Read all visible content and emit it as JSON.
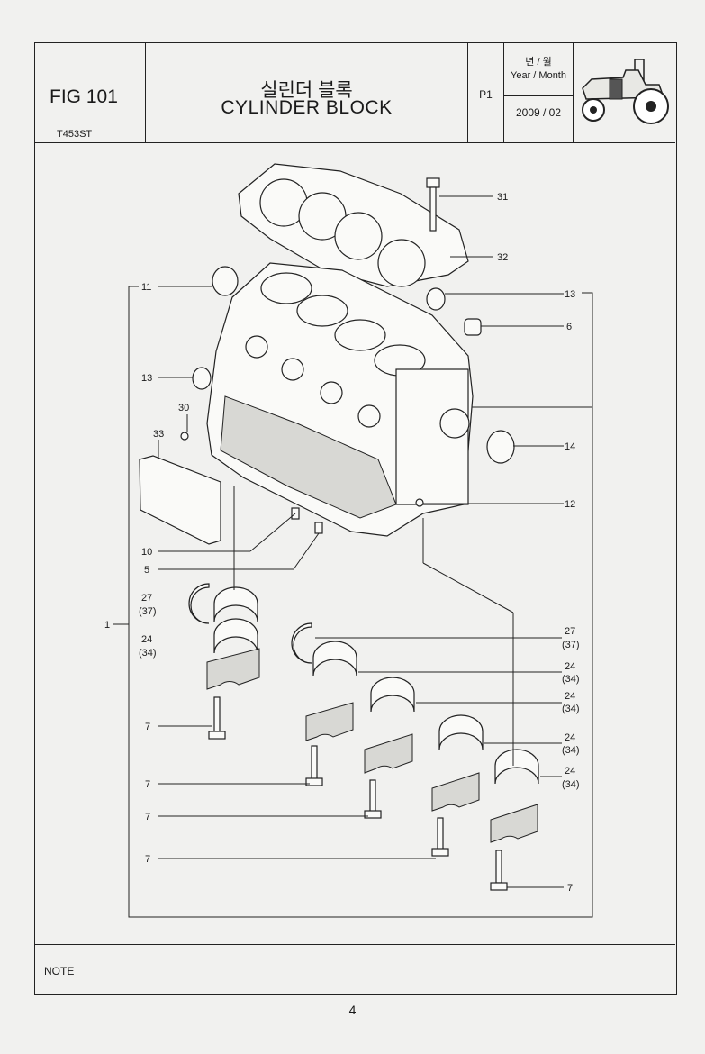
{
  "header": {
    "fig_label": "FIG 101",
    "model": "T453ST",
    "title_ko": "실린더 블록",
    "title_en": "CYLINDER BLOCK",
    "page_code": "P1",
    "date_label_ko": "년 / 월",
    "date_label_en": "Year / Month",
    "date_value": "2009 / 02",
    "icon": "tractor-icon"
  },
  "callouts": [
    {
      "id": "c31",
      "num": "31"
    },
    {
      "id": "c32",
      "num": "32"
    },
    {
      "id": "c11",
      "num": "11"
    },
    {
      "id": "c13a",
      "num": "13"
    },
    {
      "id": "c13b",
      "num": "13"
    },
    {
      "id": "c6",
      "num": "6"
    },
    {
      "id": "c30",
      "num": "30"
    },
    {
      "id": "c33",
      "num": "33"
    },
    {
      "id": "c14",
      "num": "14"
    },
    {
      "id": "c12",
      "num": "12"
    },
    {
      "id": "c10",
      "num": "10"
    },
    {
      "id": "c5",
      "num": "5"
    },
    {
      "id": "c27a",
      "num": "27",
      "alt": "(37)"
    },
    {
      "id": "c24a",
      "num": "24",
      "alt": "(34)"
    },
    {
      "id": "c1",
      "num": "1"
    },
    {
      "id": "c27b",
      "num": "27",
      "alt": "(37)"
    },
    {
      "id": "c24b",
      "num": "24",
      "alt": "(34)"
    },
    {
      "id": "c24c",
      "num": "24",
      "alt": "(34)"
    },
    {
      "id": "c24d",
      "num": "24",
      "alt": "(34)"
    },
    {
      "id": "c24e",
      "num": "24",
      "alt": "(34)"
    },
    {
      "id": "c7a",
      "num": "7"
    },
    {
      "id": "c7b",
      "num": "7"
    },
    {
      "id": "c7c",
      "num": "7"
    },
    {
      "id": "c7d",
      "num": "7"
    },
    {
      "id": "c7e",
      "num": "7"
    }
  ],
  "note_label": "NOTE",
  "note_text": "",
  "page_number": "4"
}
